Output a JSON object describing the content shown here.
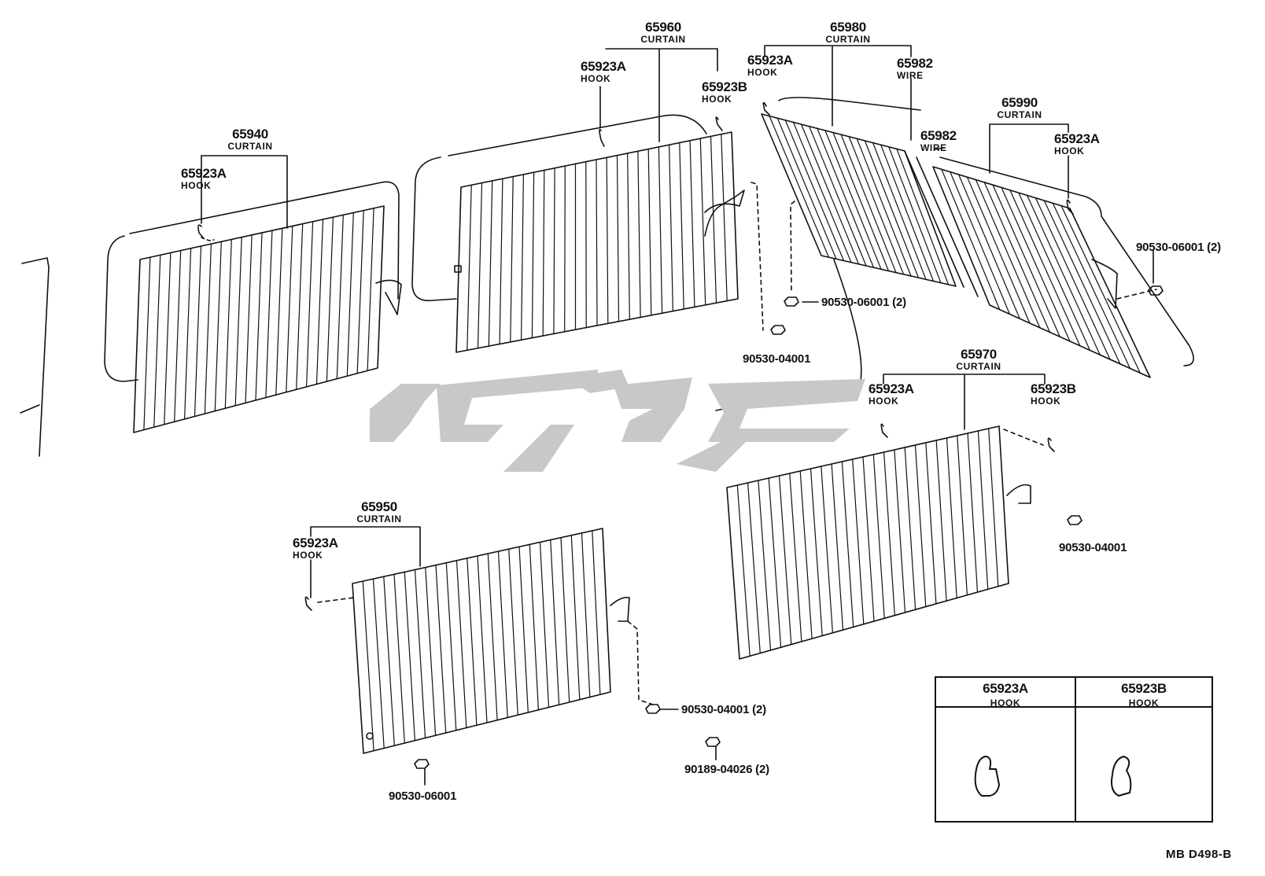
{
  "parts": {
    "p65940": {
      "number": "65940",
      "name": "CURTAIN"
    },
    "p65940_hook": {
      "number": "65923A",
      "name": "HOOK"
    },
    "p65960": {
      "number": "65960",
      "name": "CURTAIN"
    },
    "p65960_hookA": {
      "number": "65923A",
      "name": "HOOK"
    },
    "p65960_hookB": {
      "number": "65923B",
      "name": "HOOK"
    },
    "p65980": {
      "number": "65980",
      "name": "CURTAIN"
    },
    "p65980_hook": {
      "number": "65923A",
      "name": "HOOK"
    },
    "p65980_wire": {
      "number": "65982",
      "name": "WIRE"
    },
    "p65990": {
      "number": "65990",
      "name": "CURTAIN"
    },
    "p65990_wire": {
      "number": "65982",
      "name": "WIRE"
    },
    "p65990_hook": {
      "number": "65923A",
      "name": "HOOK"
    },
    "p65970": {
      "number": "65970",
      "name": "CURTAIN"
    },
    "p65970_hookA": {
      "number": "65923A",
      "name": "HOOK"
    },
    "p65970_hookB": {
      "number": "65923B",
      "name": "HOOK"
    },
    "p65950": {
      "number": "65950",
      "name": "CURTAIN"
    },
    "p65950_hook": {
      "number": "65923A",
      "name": "HOOK"
    }
  },
  "fasteners": {
    "f1": "90530-06001 (2)",
    "f2": "90530-04001",
    "f3": "90530-06001 (2)",
    "f4": "90530-04001",
    "f5": "90530-04001 (2)",
    "f6": "90189-04026 (2)",
    "f7": "90530-06001"
  },
  "inset": {
    "left": {
      "number": "65923A",
      "name": "HOOK"
    },
    "right": {
      "number": "65923B",
      "name": "HOOK"
    }
  },
  "diagram_code": "MB  D498-B",
  "watermark_icon": "brand-logo-watermark",
  "colors": {
    "line": "#111111",
    "watermark": "#c8c8c8"
  }
}
